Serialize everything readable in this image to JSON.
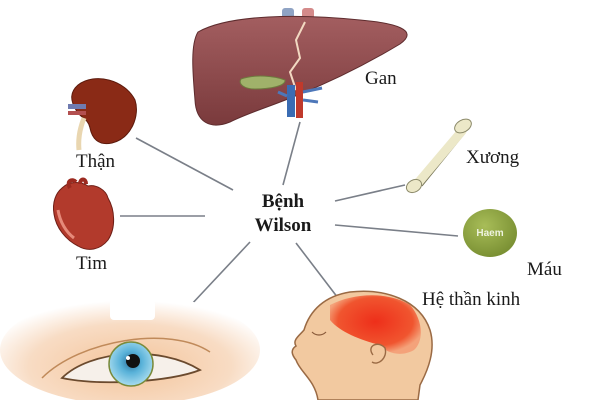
{
  "diagram": {
    "center": {
      "line1": "Bệnh",
      "line2": "Wilson"
    },
    "nodes": [
      {
        "id": "liver",
        "label": "Gan",
        "icon": "liver-icon"
      },
      {
        "id": "kidney",
        "label": "Thận",
        "icon": "kidney-icon"
      },
      {
        "id": "heart",
        "label": "Tim",
        "icon": "heart-icon"
      },
      {
        "id": "bone",
        "label": "Xương",
        "icon": "bone-icon"
      },
      {
        "id": "blood",
        "label": "Máu",
        "icon": "haem-circle-icon",
        "icon_text": "Haem"
      },
      {
        "id": "nervous",
        "label": "Hệ thần kinh",
        "icon": "head-brain-icon"
      },
      {
        "id": "eye",
        "label": "",
        "icon": "eye-icon"
      }
    ],
    "colors": {
      "connector": "#7a7f88",
      "liver": "#8e4a4c",
      "kidney": "#8a2a16",
      "heart": "#b23a2c",
      "bone": "#e9e4c4",
      "haem": "#8ea53e",
      "brain": "#ef3b22",
      "skin": "#f2c9a0",
      "iris": "#5aaed6"
    }
  }
}
